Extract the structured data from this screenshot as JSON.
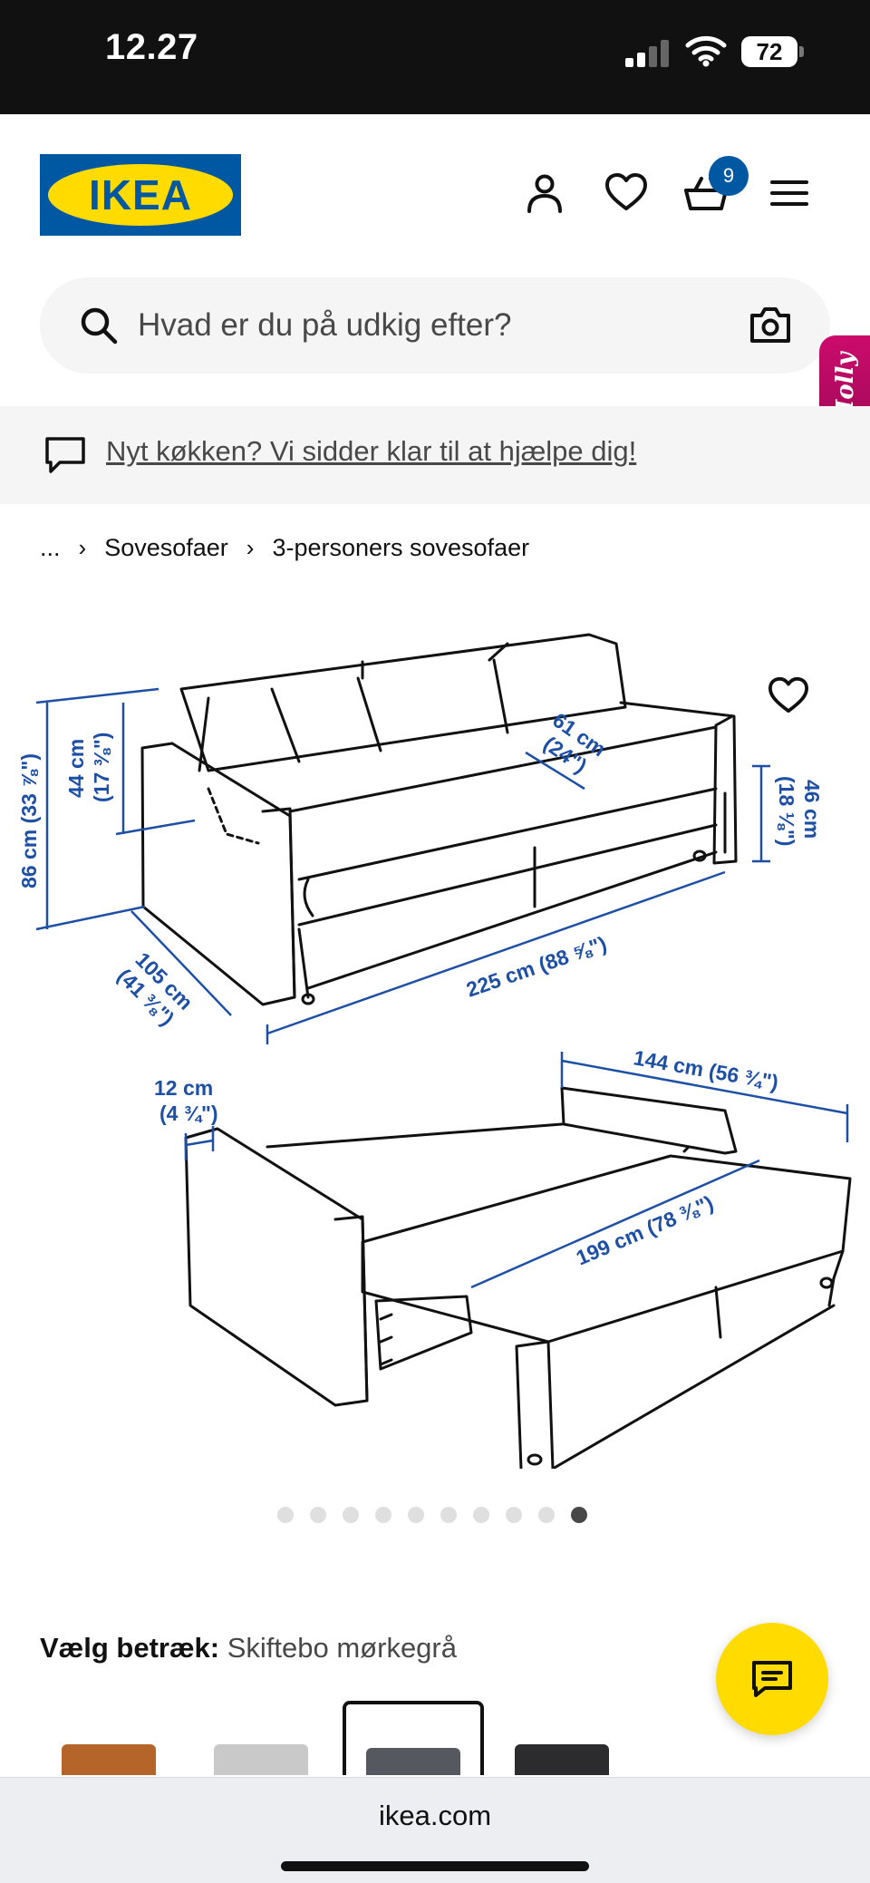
{
  "status_bar": {
    "time": "12.27",
    "battery": "72"
  },
  "header": {
    "logo_text": "IKEA",
    "icons": [
      "account-icon",
      "heart-icon",
      "cart-icon",
      "menu-icon"
    ],
    "cart_count": "9",
    "brand_blue": "#0058a3",
    "brand_yellow": "#ffdb00"
  },
  "search": {
    "placeholder": "Hvad er du på udkig efter?"
  },
  "assistant": {
    "label": "Molly"
  },
  "promo": {
    "text": "Nyt køkken? Vi sidder klar til at hjælpe dig!"
  },
  "breadcrumb": [
    "...",
    "Sovesofaer",
    "3-personers sovesofaer"
  ],
  "dimensions": {
    "total_height": "86 cm (33 ⅞\")",
    "armrest_height": "44 cm",
    "armrest_height_in": "(17 ⅜\")",
    "seat_depth": "61 cm",
    "seat_depth_in": "(24\")",
    "seat_height": "46 cm",
    "seat_height_in": "(18 ⅛\")",
    "depth": "105 cm",
    "depth_in": "(41 ⅜\")",
    "width": "225 cm (88 ⅝\")",
    "arm_width": "12 cm",
    "arm_width_in": "(4 ¾\")",
    "bed_width": "144 cm (56 ¾\")",
    "bed_length": "199 cm (78 ⅜\")"
  },
  "carousel": {
    "total": 10,
    "active_index": 9
  },
  "cover": {
    "label": "Vælg betræk:",
    "value": "Skiftebo mørkegrå"
  },
  "swatches": [
    {
      "name": "swatch-brown",
      "color": "#b5652a"
    },
    {
      "name": "swatch-light-grey",
      "color": "#c9c9c9"
    },
    {
      "name": "swatch-dark-grey",
      "color": "#55585e",
      "selected": true
    },
    {
      "name": "swatch-black",
      "color": "#2c2c2e"
    }
  ],
  "browser": {
    "url": "ikea.com"
  }
}
